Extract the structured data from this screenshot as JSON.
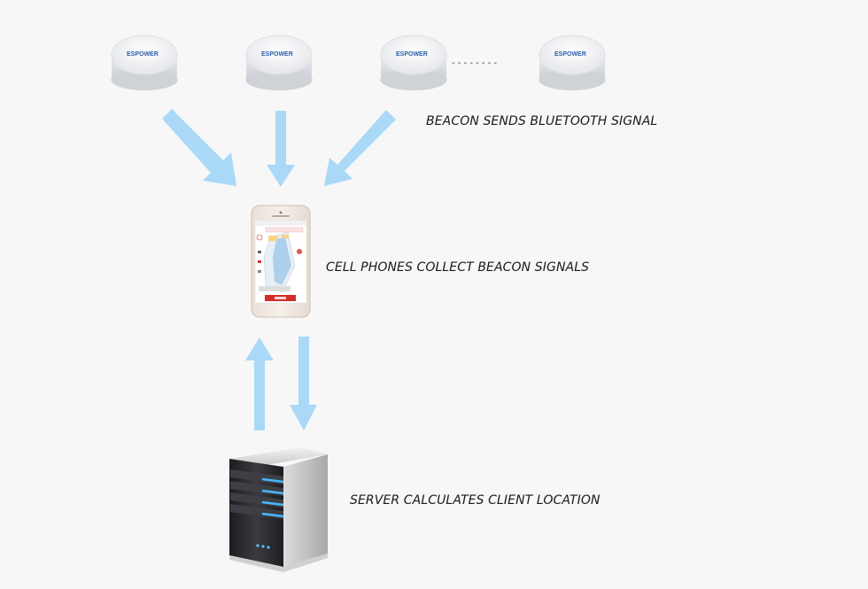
{
  "beacons": {
    "brand": "ESPOWER",
    "count_visible": 4,
    "ellipsis": "- - - - - - - -"
  },
  "captions": {
    "beacon": "BEACON SENDS BLUETOOTH SIGNAL",
    "phone": "CELL PHONES COLLECT BEACON SIGNALS",
    "server": "SERVER CALCULATES CLIENT LOCATION"
  },
  "colors": {
    "arrow": "#a9d9f7",
    "server_body": "#2a2a2e",
    "server_light": "#3fb6ff",
    "background": "#f7f7f7"
  }
}
